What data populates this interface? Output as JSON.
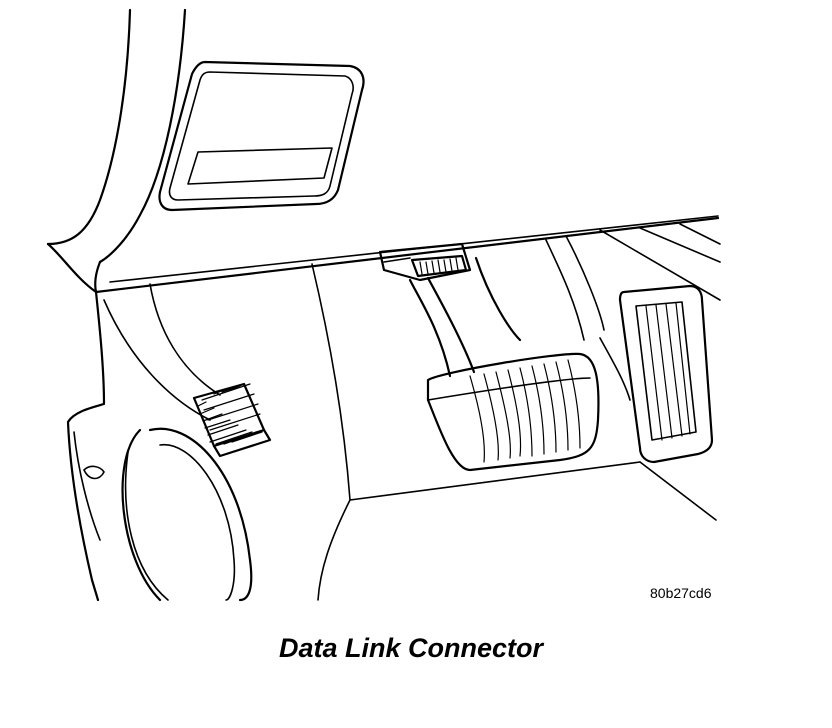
{
  "figure": {
    "id_label": "80b27cd6",
    "caption": "Data Link Connector"
  },
  "components": {
    "dash_pillar": "dash-pillar",
    "glove_vent": "air-vent",
    "data_link_connector": "data-link-connector",
    "brake_pedal": "brake-pedal",
    "accelerator_pedal": "accelerator-pedal",
    "kick_panel": "kick-panel",
    "hatched_block": "hatched-pad"
  },
  "colors": {
    "ink": "#000000",
    "background": "#ffffff"
  }
}
